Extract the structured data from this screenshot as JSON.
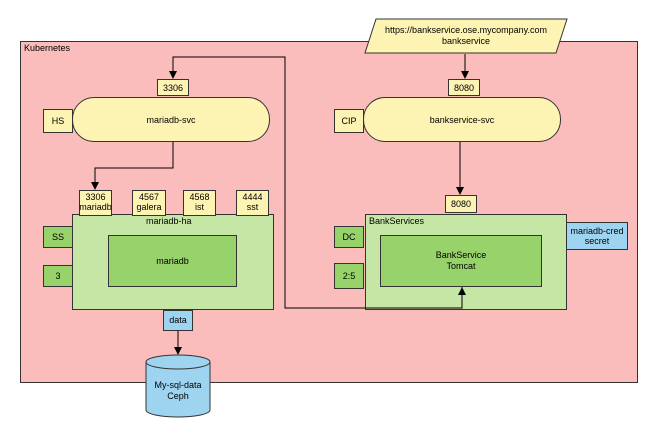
{
  "kubernetes": {
    "label": "Kubernetes"
  },
  "route": {
    "line1": "https://bankservice.ose.mycompany.com",
    "line2": "bankservice"
  },
  "mariadb_svc": {
    "label": "mariadb-svc",
    "port": "3306",
    "type": "HS"
  },
  "bank_svc": {
    "label": "bankservice-svc",
    "port": "8080",
    "type": "CIP"
  },
  "mariadb_ha": {
    "label": "mariadb-ha",
    "ports": [
      {
        "line1": "3306",
        "line2": "mariadb"
      },
      {
        "line1": "4567",
        "line2": "galera"
      },
      {
        "line1": "4568",
        "line2": "ist"
      },
      {
        "line1": "4444",
        "line2": "sst"
      }
    ],
    "kind": "SS",
    "replicas": "3",
    "container": "mariadb",
    "volume": "data"
  },
  "bank_services": {
    "label": "BankServices",
    "port": "8080",
    "kind": "DC",
    "replicas": "2:5",
    "container_line1": "BankService",
    "container_line2": "Tomcat",
    "secret_line1": "mariadb-cred",
    "secret_line2": "secret"
  },
  "storage": {
    "line1": "My-sql-data",
    "line2": "Ceph"
  },
  "colors": {
    "kubernetes": "#fbbcbc",
    "yellow": "#fdf3b3",
    "green_light": "#c6e6a6",
    "green_dark": "#97d26a",
    "blue": "#9fd4f0"
  }
}
